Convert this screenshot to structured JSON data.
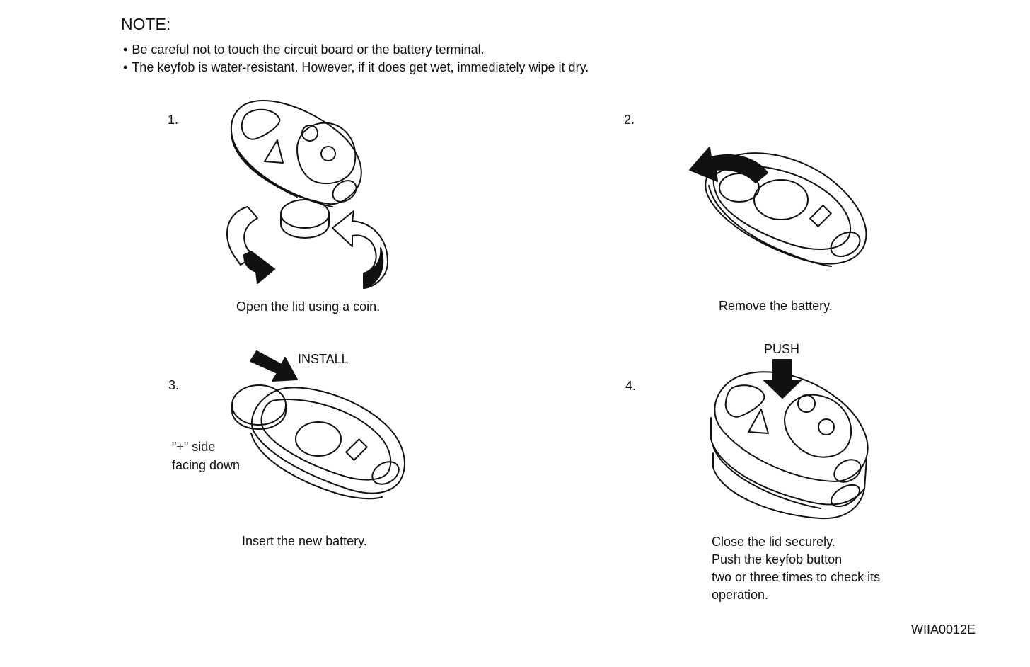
{
  "note": {
    "title": "NOTE:",
    "items": [
      "Be careful not to touch the circuit board or the battery terminal.",
      "The keyfob is water-resistant. However, if it does get wet, immediately wipe it dry."
    ]
  },
  "steps": [
    {
      "number": "1.",
      "caption": "Open the lid using a coin."
    },
    {
      "number": "2.",
      "caption": "Remove the battery."
    },
    {
      "number": "3.",
      "caption": "Insert the new battery.",
      "label_install": "INSTALL",
      "label_side_1": "\"+\" side",
      "label_side_2": "facing down"
    },
    {
      "number": "4.",
      "label_push": "PUSH",
      "caption_lines": [
        "Close the lid securely.",
        "Push the keyfob button",
        "two or three times to check its",
        "operation."
      ]
    }
  ],
  "figure_id": "WIIA0012E"
}
